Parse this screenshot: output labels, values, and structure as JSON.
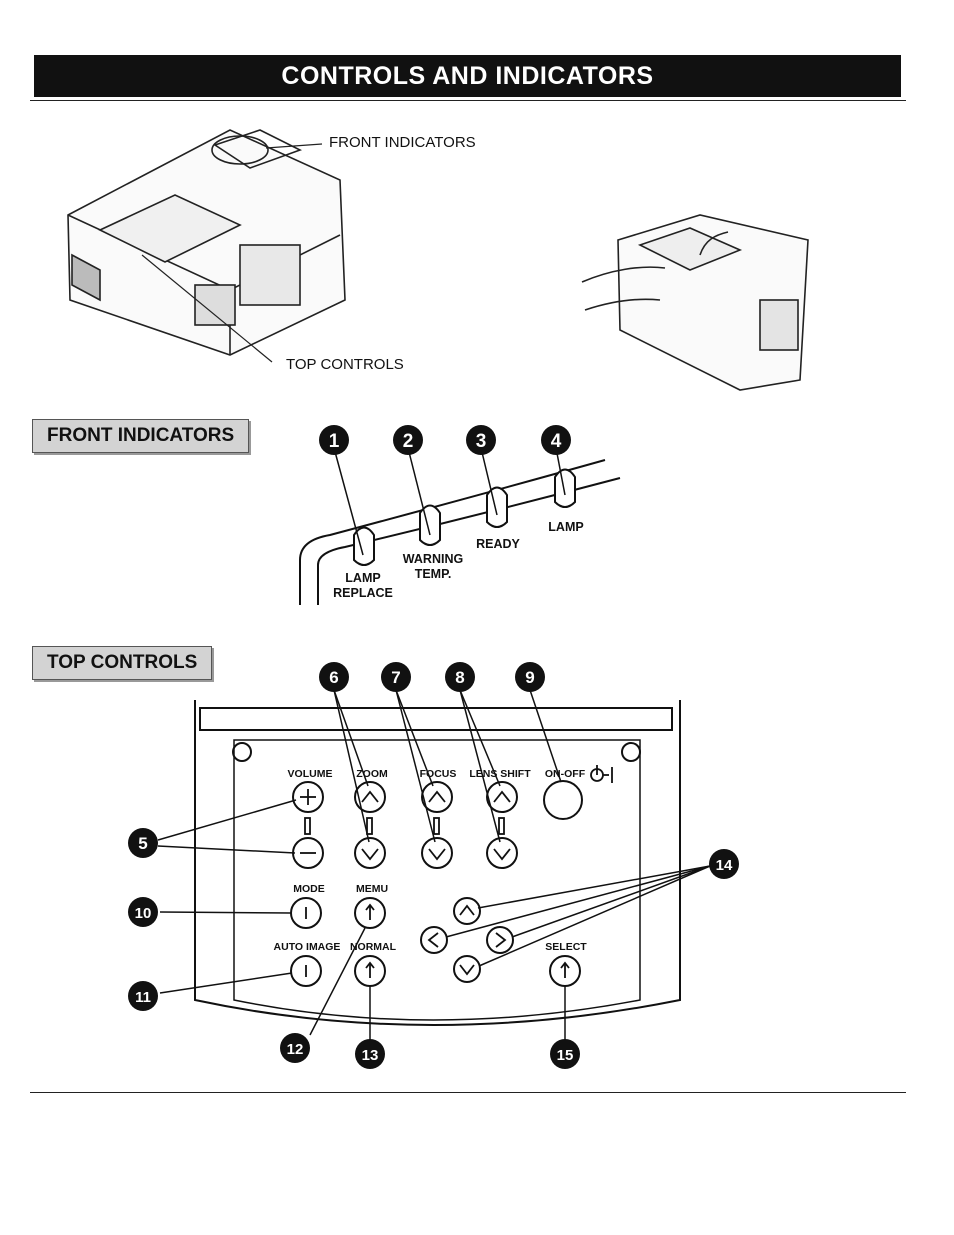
{
  "header": {
    "title": "CONTROLS AND  INDICATORS"
  },
  "overview": {
    "front_indicators_callout": "FRONT INDICATORS",
    "top_controls_callout": "TOP CONTROLS"
  },
  "front_indicators": {
    "section_label": "FRONT INDICATORS",
    "indicators": [
      {
        "num": "1",
        "label_line1": "LAMP",
        "label_line2": "REPLACE"
      },
      {
        "num": "2",
        "label_line1": "WARNING",
        "label_line2": "TEMP."
      },
      {
        "num": "3",
        "label_line1": "READY",
        "label_line2": ""
      },
      {
        "num": "4",
        "label_line1": "LAMP",
        "label_line2": ""
      }
    ]
  },
  "top_controls": {
    "section_label": "TOP CONTROLS",
    "labels": {
      "volume": "VOLUME",
      "zoom": "ZOOM",
      "focus": "FOCUS",
      "lens_shift": "LENS SHIFT",
      "on_off": "ON-OFF",
      "mode": "MODE",
      "menu": "MEMU",
      "auto_image": "AUTO IMAGE",
      "normal": "NORMAL",
      "select": "SELECT"
    },
    "callouts": [
      "5",
      "6",
      "7",
      "8",
      "9",
      "10",
      "11",
      "12",
      "13",
      "14",
      "15"
    ]
  }
}
